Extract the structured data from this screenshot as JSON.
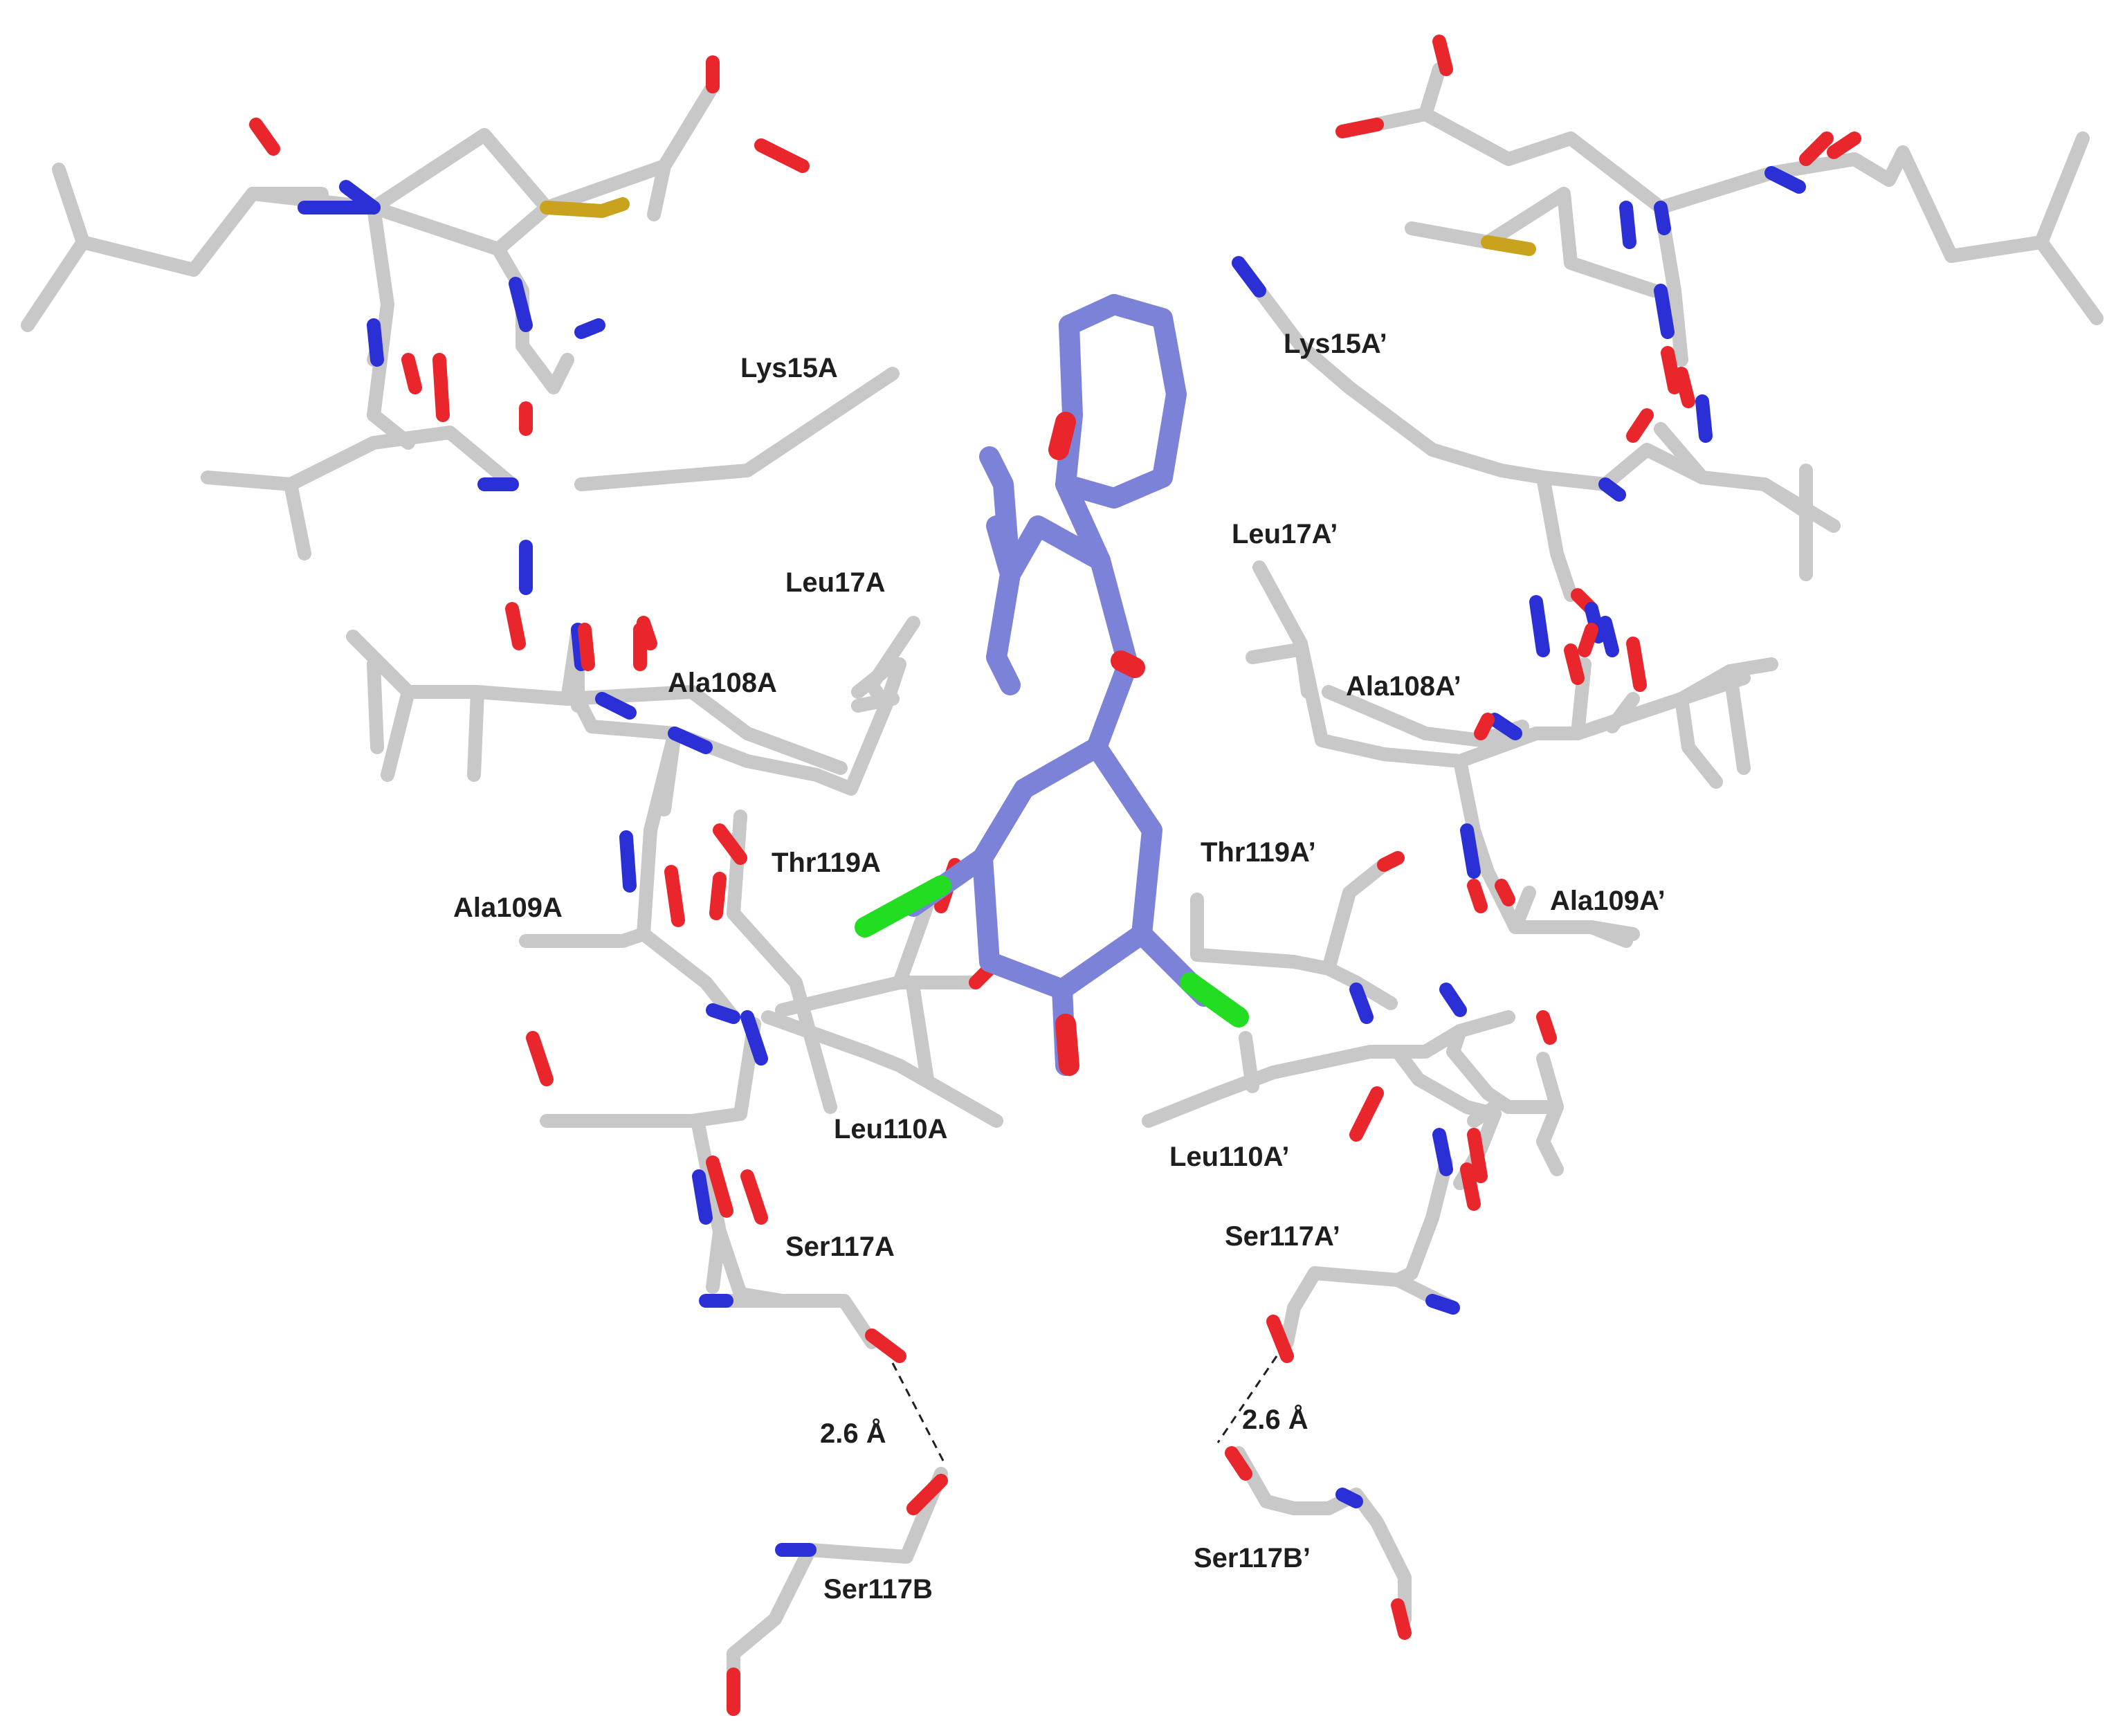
{
  "colors": {
    "carbon_protein": "#c8c8c8",
    "carbon_protein_dark": "#8f8f8f",
    "carbon_ligand": "#7b82d8",
    "carbon_ligand_dark": "#4c52a8",
    "nitrogen": "#2b2fd6",
    "oxygen": "#e8262c",
    "sulfur": "#c9a21e",
    "chlorine": "#22dd22",
    "label": "#1e1e1e",
    "hbond": "#202020"
  },
  "labels": {
    "lys15a": "Lys15A",
    "leu17a": "Leu17A",
    "ala108a": "Ala108A",
    "thr119a": "Thr119A",
    "ala109a": "Ala109A",
    "leu110a": "Leu110A",
    "ser117a": "Ser117A",
    "ser117b": "Ser117B",
    "dist_left": "2.6 Å",
    "lys15a_p": "Lys15A’",
    "leu17a_p": "Leu17A’",
    "ala108a_p": "Ala108A’",
    "thr119a_p": "Thr119A’",
    "ala109a_p": "Ala109A’",
    "leu110a_p": "Leu110A’",
    "ser117a_p": "Ser117A’",
    "ser117b_p": "Ser117B’",
    "dist_right": "2.6 Å"
  }
}
